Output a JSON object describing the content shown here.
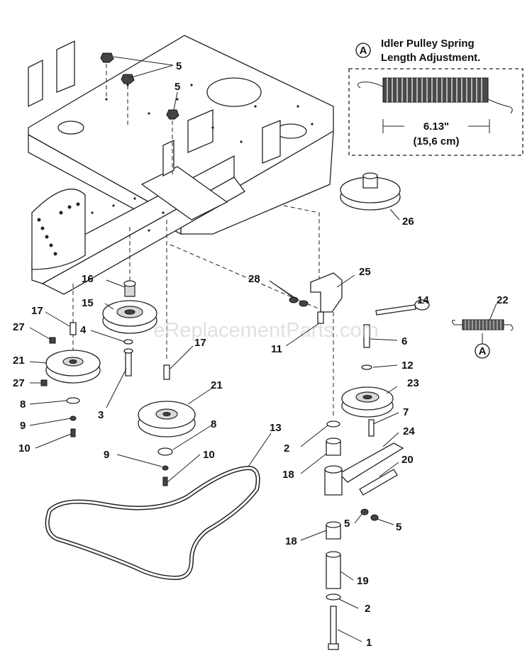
{
  "inset": {
    "marker": "A",
    "title_line1": "Idler Pulley Spring",
    "title_line2": "Length Adjustment.",
    "dimension_in": "6.13\"",
    "dimension_cm": "(15,6 cm)"
  },
  "watermark": "eReplacementParts.com",
  "spring_marker": "A",
  "callouts": {
    "c1": "1",
    "c2a": "2",
    "c2b": "2",
    "c3": "3",
    "c4": "4",
    "c5a": "5",
    "c5b": "5",
    "c5c": "5",
    "c5d": "5",
    "c6": "6",
    "c7": "7",
    "c8a": "8",
    "c8b": "8",
    "c9a": "9",
    "c9b": "9",
    "c10a": "10",
    "c10b": "10",
    "c11": "11",
    "c12": "12",
    "c13": "13",
    "c14": "14",
    "c15": "15",
    "c16": "16",
    "c17a": "17",
    "c17b": "17",
    "c18a": "18",
    "c18b": "18",
    "c19": "19",
    "c20": "20",
    "c21a": "21",
    "c21b": "21",
    "c22": "22",
    "c23": "23",
    "c24": "24",
    "c25": "25",
    "c26": "26",
    "c27a": "27",
    "c27b": "27",
    "c28": "28"
  }
}
